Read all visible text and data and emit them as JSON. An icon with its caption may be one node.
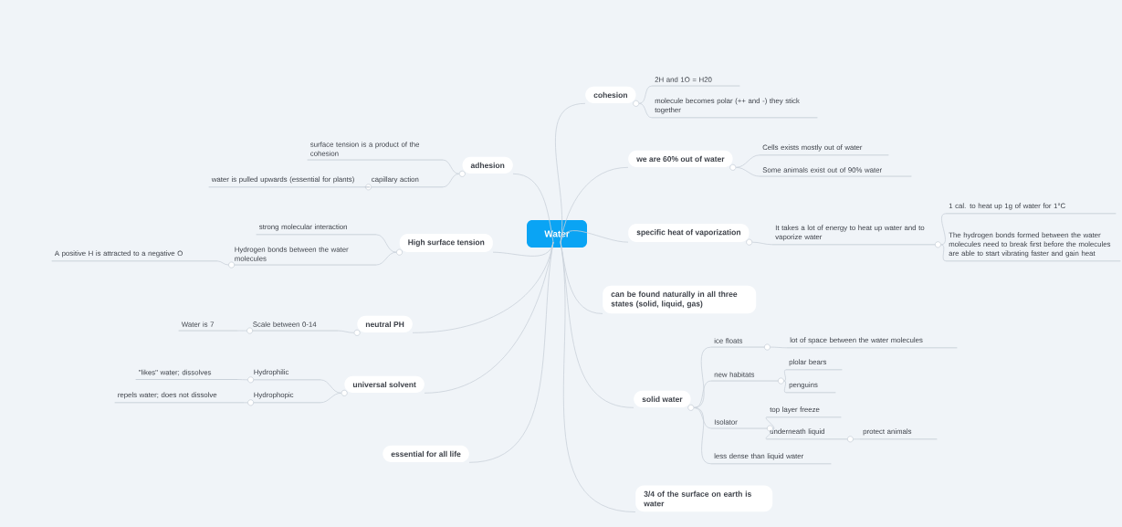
{
  "diagram": {
    "nodes": [
      {
        "text": [
          "Water"
        ]
      },
      {
        "text": [
          "cohesion"
        ]
      },
      {
        "text": [
          "2H and 1O = H20"
        ]
      },
      {
        "text": [
          "molecule becomes polar (++ and -) they stick together"
        ]
      },
      {
        "text": [
          "we are 60% out of water"
        ]
      },
      {
        "text": [
          "Cells exists mostly out of water"
        ]
      },
      {
        "text": [
          "Some animals exist out of 90% water"
        ]
      },
      {
        "text": [
          "specific heat of vaporization"
        ]
      },
      {
        "text": [
          "It takes a lot of energy to heat up water and to vaporize water"
        ]
      },
      {
        "text": [
          "1 cal. to heat up 1g of water for 1°C"
        ]
      },
      {
        "text": [
          "The hydrogen bonds formed between the water molecules need to break first before the molecules are able to start vibrating faster and gain heat"
        ]
      },
      {
        "text": [
          "can be found naturally in all three states (solid, liquid, gas)"
        ]
      },
      {
        "text": [
          "solid water"
        ]
      },
      {
        "text": [
          "ice floats"
        ]
      },
      {
        "text": [
          "lot of space between the water molecules"
        ]
      },
      {
        "text": [
          "new habitats"
        ]
      },
      {
        "text": [
          "plolar bears"
        ]
      },
      {
        "text": [
          "penguins"
        ]
      },
      {
        "text": [
          "Isolator"
        ]
      },
      {
        "text": [
          "top layer freeze"
        ]
      },
      {
        "text": [
          "underneath liquid"
        ]
      },
      {
        "text": [
          "protect animals"
        ]
      },
      {
        "text": [
          "less dense than liquid water"
        ]
      },
      {
        "text": [
          "3/4 of the surface on earth is water"
        ]
      },
      {
        "text": [
          "adhesion"
        ]
      },
      {
        "text": [
          "surface tension is a product of the cohesion"
        ]
      },
      {
        "text": [
          "capillary action"
        ]
      },
      {
        "text": [
          "water is pulled upwards (essential for plants)"
        ]
      },
      {
        "text": [
          "High surface tension"
        ]
      },
      {
        "text": [
          "strong molecular interaction"
        ]
      },
      {
        "text": [
          "Hydrogen bonds between the water molecules"
        ]
      },
      {
        "text": [
          "A positive H is attracted to a negative O"
        ]
      },
      {
        "text": [
          "neutral PH"
        ]
      },
      {
        "text": [
          "Scale between 0-14"
        ]
      },
      {
        "text": [
          "Water is 7"
        ]
      },
      {
        "text": [
          "universal solvent"
        ]
      },
      {
        "text": [
          "Hydrophilic"
        ]
      },
      {
        "text": [
          "\"likes\" water; dissolves"
        ]
      },
      {
        "text": [
          "Hydrophopic"
        ]
      },
      {
        "text": [
          "repels water; does not dissolve"
        ]
      },
      {
        "text": [
          "essential for all life"
        ]
      }
    ],
    "edges": [
      {
        "from": 0,
        "to": 1,
        "arrow": "none"
      },
      {
        "from": 1,
        "to": 2,
        "arrow": "none"
      },
      {
        "from": 1,
        "to": 3,
        "arrow": "none"
      },
      {
        "from": 0,
        "to": 4,
        "arrow": "none"
      },
      {
        "from": 4,
        "to": 5,
        "arrow": "none"
      },
      {
        "from": 4,
        "to": 6,
        "arrow": "none"
      },
      {
        "from": 0,
        "to": 7,
        "arrow": "none"
      },
      {
        "from": 7,
        "to": 8,
        "arrow": "none"
      },
      {
        "from": 8,
        "to": 9,
        "arrow": "none"
      },
      {
        "from": 8,
        "to": 10,
        "arrow": "none"
      },
      {
        "from": 0,
        "to": 11,
        "arrow": "none"
      },
      {
        "from": 0,
        "to": 12,
        "arrow": "none"
      },
      {
        "from": 12,
        "to": 13,
        "arrow": "none"
      },
      {
        "from": 13,
        "to": 14,
        "arrow": "none"
      },
      {
        "from": 12,
        "to": 15,
        "arrow": "none"
      },
      {
        "from": 15,
        "to": 16,
        "arrow": "none"
      },
      {
        "from": 15,
        "to": 17,
        "arrow": "none"
      },
      {
        "from": 12,
        "to": 18,
        "arrow": "none"
      },
      {
        "from": 18,
        "to": 19,
        "arrow": "none"
      },
      {
        "from": 18,
        "to": 20,
        "arrow": "none"
      },
      {
        "from": 20,
        "to": 21,
        "arrow": "none"
      },
      {
        "from": 12,
        "to": 22,
        "arrow": "none"
      },
      {
        "from": 0,
        "to": 23,
        "arrow": "none"
      },
      {
        "from": 0,
        "to": 24,
        "arrow": "none"
      },
      {
        "from": 24,
        "to": 25,
        "arrow": "none"
      },
      {
        "from": 24,
        "to": 26,
        "arrow": "none"
      },
      {
        "from": 26,
        "to": 27,
        "arrow": "none"
      },
      {
        "from": 0,
        "to": 28,
        "arrow": "none"
      },
      {
        "from": 28,
        "to": 29,
        "arrow": "none"
      },
      {
        "from": 28,
        "to": 30,
        "arrow": "none"
      },
      {
        "from": 30,
        "to": 31,
        "arrow": "none"
      },
      {
        "from": 0,
        "to": 32,
        "arrow": "none"
      },
      {
        "from": 32,
        "to": 33,
        "arrow": "none"
      },
      {
        "from": 33,
        "to": 34,
        "arrow": "none"
      },
      {
        "from": 0,
        "to": 35,
        "arrow": "none"
      },
      {
        "from": 35,
        "to": 36,
        "arrow": "none"
      },
      {
        "from": 36,
        "to": 37,
        "arrow": "none"
      },
      {
        "from": 35,
        "to": 38,
        "arrow": "none"
      },
      {
        "from": 38,
        "to": 39,
        "arrow": "none"
      },
      {
        "from": 0,
        "to": 40,
        "arrow": "none"
      }
    ]
  }
}
